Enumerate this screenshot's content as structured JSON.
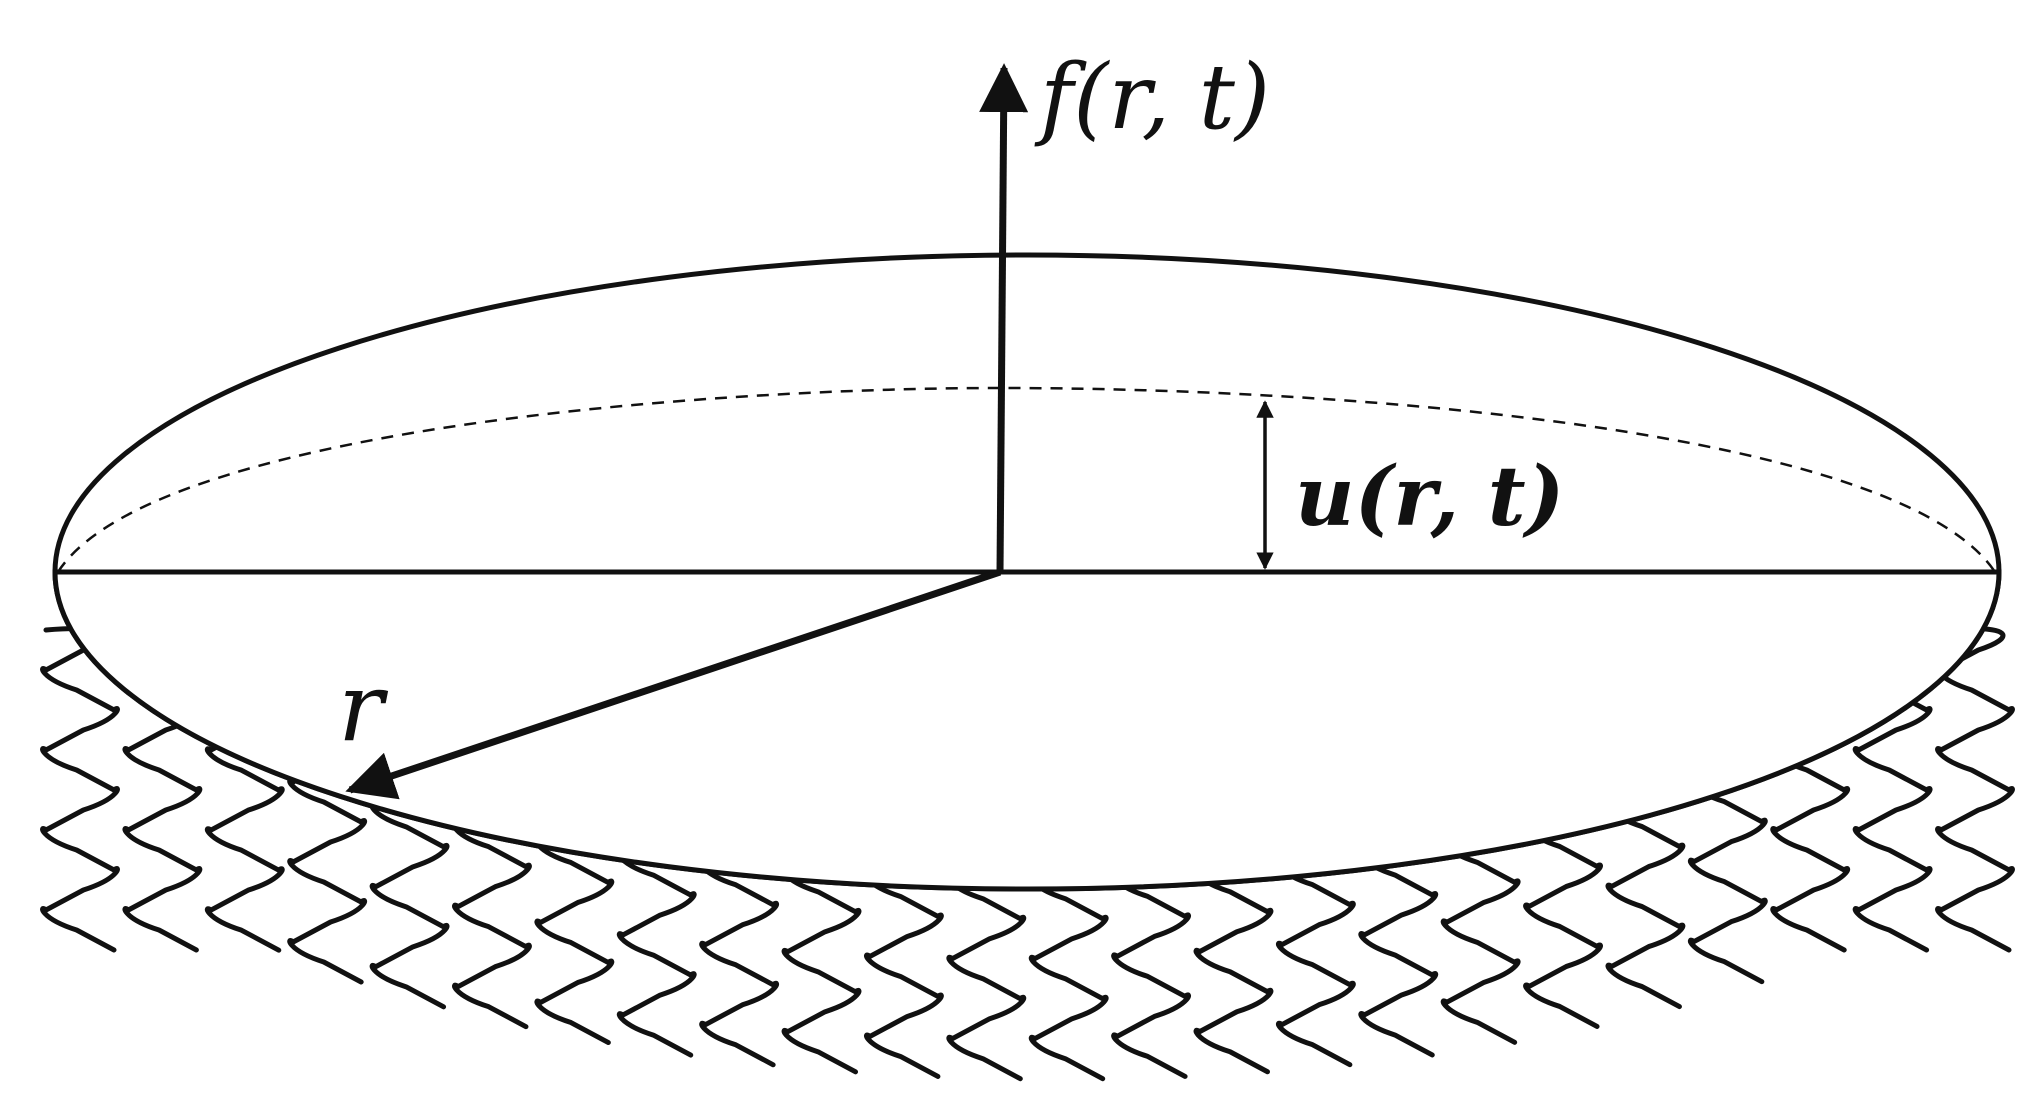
{
  "labels": {
    "force": "f(r, t)",
    "displacement": "u(r, t)",
    "radius": "r"
  },
  "colors": {
    "ink": "#111111",
    "background": "#ffffff"
  }
}
